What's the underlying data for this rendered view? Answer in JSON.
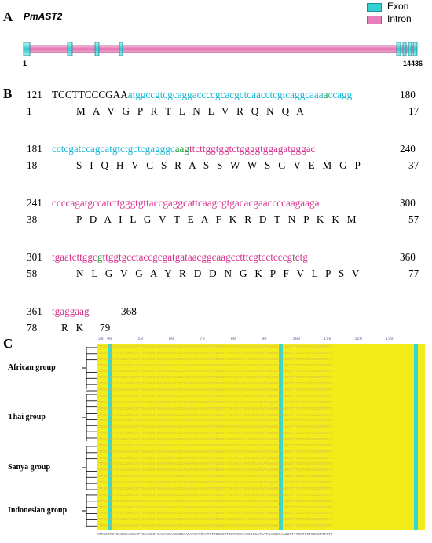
{
  "panelA": {
    "letter": "A",
    "gene": "PmAST2",
    "legend": {
      "exon": "Exon",
      "intron": "Intron"
    },
    "start_label": "1",
    "end_label": "14436",
    "colors": {
      "exon": "#35d0d0",
      "intron": "#e77fba"
    }
  },
  "panelB": {
    "letter": "B",
    "rows": [
      {
        "nt_start": "121",
        "nt_end": "180",
        "segments": [
          {
            "t": "TCCTTCCCGAA",
            "c": "blk"
          },
          {
            "t": "atggccgtcgcaggaccccgcacgctcaacctcgtcaggcaaa",
            "c": "cyan"
          },
          {
            "t": "a",
            "c": "grn"
          },
          {
            "t": "ccagg",
            "c": "cyan"
          }
        ],
        "aa_start": "1",
        "aa_end": "17",
        "aa": "M   A   V   G   P   R   T   L   N   L   V   R   Q   N   Q   A"
      },
      {
        "nt_start": "181",
        "nt_end": "240",
        "segments": [
          {
            "t": "cctcgatccagcatgtctgctcgagggc",
            "c": "cyan"
          },
          {
            "t": "aag",
            "c": "grn"
          },
          {
            "t": "ttcttggtggtctggggtggagatgggac",
            "c": "mag"
          }
        ],
        "aa_start": "18",
        "aa_end": "37",
        "aa": "S   I   Q   H   V   C   S   R   A   S   S   W   W   S   G   V   E   M   G   P"
      },
      {
        "nt_start": "241",
        "nt_end": "300",
        "segments": [
          {
            "t": "ccccagatgccatcttgggtgt",
            "c": "mag"
          },
          {
            "t": "t",
            "c": "grn"
          },
          {
            "t": "accgaggcattcaagcgtgacacgaaccccaagaaga",
            "c": "mag"
          }
        ],
        "aa_start": "38",
        "aa_end": "57",
        "aa": "P   D   A   I   L   G   V   T   E   A   F   K   R   D   T   N   P   K   K   M"
      },
      {
        "nt_start": "301",
        "nt_end": "360",
        "segments": [
          {
            "t": "tgaatcttggc",
            "c": "mag"
          },
          {
            "t": "g",
            "c": "grn"
          },
          {
            "t": "ttggtgcctaccgcgatgataacggcaagcctttcgtcctcccg",
            "c": "mag"
          },
          {
            "t": "t",
            "c": "grn"
          },
          {
            "t": "ctg",
            "c": "mag"
          }
        ],
        "aa_start": "58",
        "aa_end": "77",
        "aa": "N   L   G   V   G   A   Y   R   D   D   N   G   K   P   F   V   L   P   S   V"
      },
      {
        "nt_start": "361",
        "nt_end": "368",
        "segments": [
          {
            "t": "tgaggaag",
            "c": "mag"
          }
        ],
        "aa_start": "78",
        "aa_end": "79",
        "aa": "R   K"
      }
    ]
  },
  "panelC": {
    "letter": "C",
    "ruler": [
      "29",
      "40",
      "50",
      "60",
      "70",
      "80",
      "90",
      "100",
      "110",
      "120",
      "130"
    ],
    "groups": [
      "African group",
      "Thai group",
      "Sanya group",
      "Indonesian group"
    ],
    "consensus": "CTTGGGTGTCACCGAGGCATTCAAGCGTGACACGAACCCCAAGAAGATGAATCTTGGCGTTGGTGCCTACCGCGATGATAACGGCAAGCCTTTCGTCCTCCCGTCTGTG",
    "colors": {
      "background": "#f2ec1a",
      "highlight": "#36d7d7",
      "text": "#e8c95a"
    }
  }
}
